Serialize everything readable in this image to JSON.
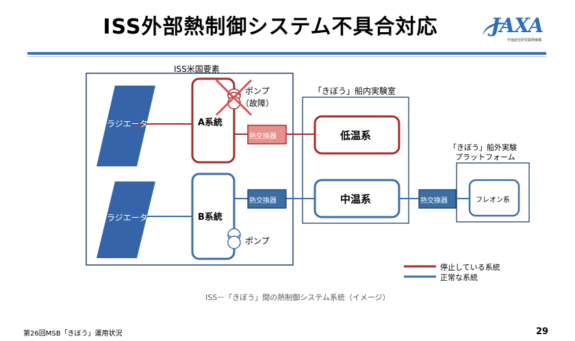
{
  "title": "ISS外部熱制御システム不具合対応",
  "logo": {
    "letters": "JAXA",
    "subtitle": "宇宙航空研究開発機構"
  },
  "diagram": {
    "iss_group_label": "ISS米国要素",
    "radiator_a": "ラジエータ",
    "radiator_b": "ラジエータ",
    "loop_a": "A系統",
    "loop_b": "B系統",
    "pump_a": "ポンプ",
    "pump_a_status": "（故障）",
    "pump_b": "ポンプ",
    "hx_a": "熱交換器",
    "hx_b": "熱交換器",
    "hx_c": "熱交換器",
    "jem_label": "「きぼう」船内実験室",
    "low_temp": "低温系",
    "mid_temp": "中温系",
    "ef_label_1": "「きぼう」船外実験",
    "ef_label_2": "プラットフォーム",
    "freon": "フレオン系",
    "legend_stopped": "停止している系統",
    "legend_normal": "正常な系統",
    "caption": "ISS－「きぼう」間の熱制御システム系統（イメージ）"
  },
  "colors": {
    "stopped": "#a52a2a",
    "normal": "#3a6ea5",
    "accent": "#3a6fb0"
  },
  "footer": "第26回MSB「きぼう」運用状況",
  "page_number": "29"
}
